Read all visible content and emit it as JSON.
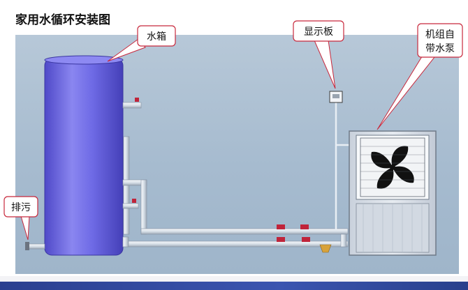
{
  "title": "家用水循环安装图",
  "labels": {
    "tank": "水箱",
    "display": "显示板",
    "unit_line1": "机组自",
    "unit_line2": "带水泵",
    "drain": "排污"
  },
  "colors": {
    "tank": "#6a66e0",
    "background": "#a9bdd0",
    "pipe": "#dfe6ee",
    "valve": "#c0243a",
    "callout_border": "#c8283c",
    "bottom_bar": "#2d4496"
  }
}
